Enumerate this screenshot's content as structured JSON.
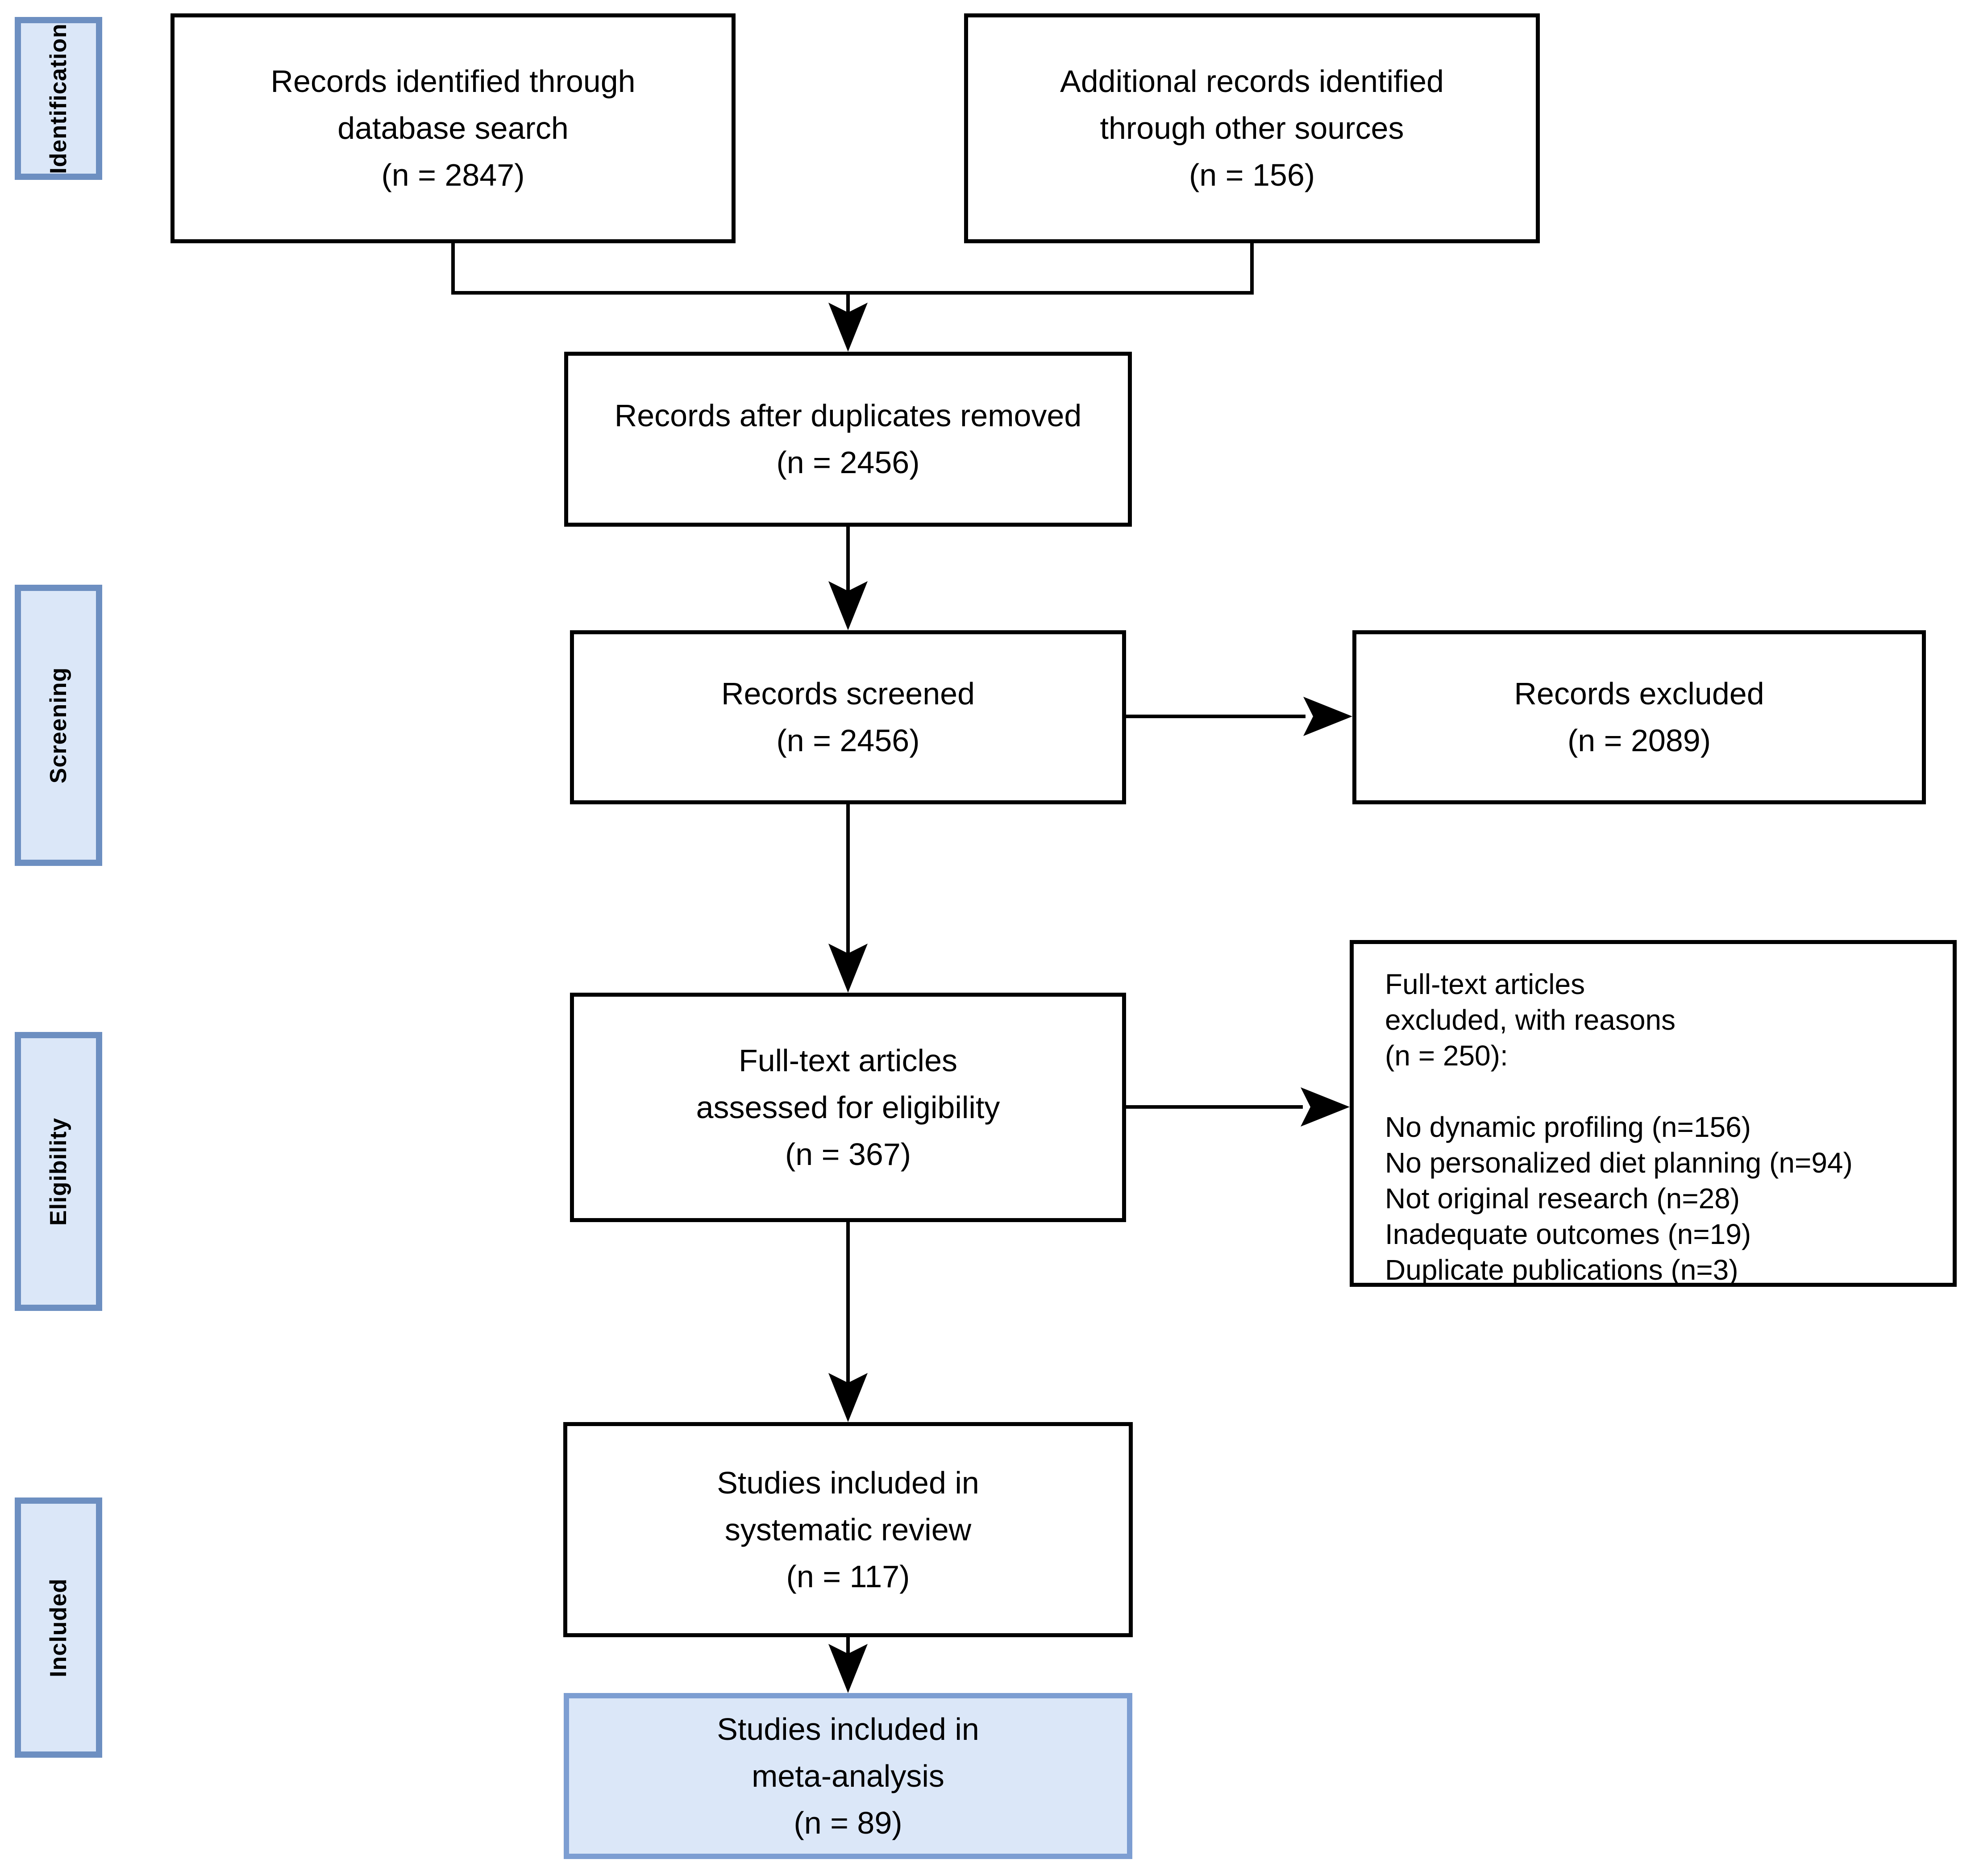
{
  "stages": [
    {
      "label": "Identification"
    },
    {
      "label": "Screening"
    },
    {
      "label": "Eligibility"
    },
    {
      "label": "Included"
    }
  ],
  "boxes": {
    "db_search": {
      "label": "Records identified through\ndatabase search",
      "count": "(n = 2847)"
    },
    "other_sources": {
      "label": "Additional records identified\nthrough other sources",
      "count": "(n = 156)"
    },
    "duplicates_removed": {
      "label": "Records after duplicates removed",
      "count": "(n = 2456)"
    },
    "screened": {
      "label": "Records screened",
      "count": "(n = 2456)"
    },
    "records_excluded": {
      "label": "Records excluded",
      "count": "(n = 2089)"
    },
    "fulltext_assessed": {
      "label": "Full-text articles\nassessed for eligibility",
      "count": "(n = 367)"
    },
    "fulltext_excluded": {
      "header": "Full-text articles\nexcluded, with reasons\n(n = 250):",
      "reasons": [
        "No dynamic profiling (n=156)",
        "No personalized diet planning (n=94)",
        "Not original research (n=28)",
        "Inadequate outcomes (n=19)",
        "Duplicate publications (n=3)"
      ]
    },
    "systematic_review": {
      "label": "Studies included in\nsystematic review",
      "count": "(n = 117)"
    },
    "meta_analysis": {
      "label": "Studies included in\nmeta-analysis",
      "count": "(n = 89)"
    }
  },
  "colors": {
    "stage_fill": "#dbe7f8",
    "stage_border": "#6d8fc1",
    "highlight_fill": "#dbe7f8",
    "highlight_border": "#7d9ed2",
    "box_border": "#000000",
    "arrow": "#000000"
  }
}
